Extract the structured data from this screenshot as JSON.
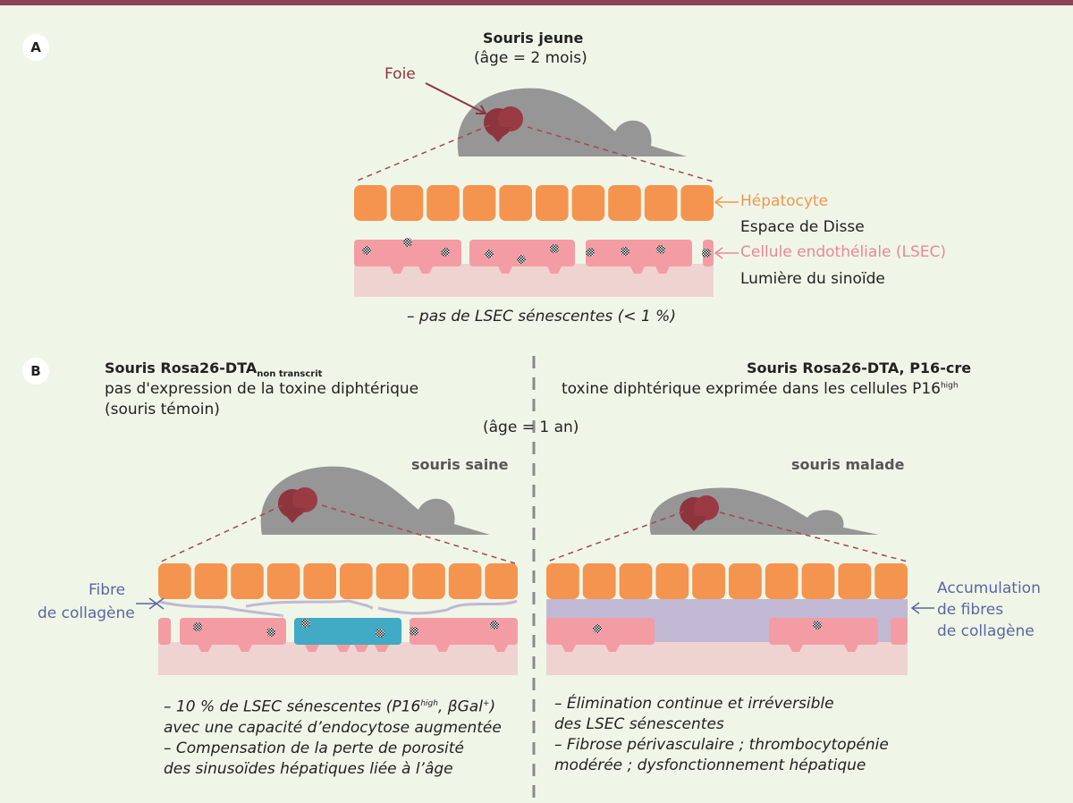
{
  "colors": {
    "top_bar": "#8b4452",
    "background": "#eff6e8",
    "hepatocyte": "#f5944e",
    "lsec": "#f49ca4",
    "senescent_lsec": "#41aac4",
    "sinusoid_lumen": "#efd3d1",
    "collagen": "#c1b9d4",
    "liver": "#8e343c",
    "mouse": "#969696",
    "collagen_label": "#5d65a0",
    "hepatocyte_label": "#f5944e",
    "lsec_label": "#e98797"
  },
  "panel_a": {
    "badge": "A",
    "title": "Souris jeune",
    "age": "(âge = 2 mois)",
    "liver_label": "Foie",
    "legend": {
      "hepatocyte": "Hépatocyte",
      "disse": "Espace de Disse",
      "lsec": "Cellule endothéliale (LSEC)",
      "lumen": "Lumière du sinoïde"
    },
    "note": "– pas de LSEC sénescentes (< 1 %)"
  },
  "panel_b": {
    "badge": "B",
    "age": "(âge = 1 an)",
    "left": {
      "title": "Souris Rosa26-DTA",
      "title_subscript": "non transcrit",
      "line1": "pas d'expression de la toxine diphtérique",
      "line2": "(souris témoin)",
      "mouse_label": "souris saine",
      "collagen_label_1": "Fibre",
      "collagen_label_2": "de collagène",
      "notes": [
        {
          "pre": "– 10 % de LSEC sénescentes (P16",
          "sup1": "high",
          "mid": ", βGal",
          "sup2": "+",
          "post": ")"
        },
        {
          "text": "avec une capacité d’endocytose augmentée"
        },
        {
          "text": "– Compensation de la perte de porosité"
        },
        {
          "text": "des sinusoïdes hépatiques  liée à l’âge"
        }
      ]
    },
    "right": {
      "title": "Souris Rosa26-DTA, P16-cre",
      "line1": "toxine diphtérique exprimée dans les cellules P16",
      "line1_sup": "high",
      "mouse_label": "souris malade",
      "collagen_label_1": "Accumulation",
      "collagen_label_2": "de fibres",
      "collagen_label_3": "de collagène",
      "notes": [
        "– Élimination continue et irréversible",
        "des LSEC sénescentes",
        "– Fibrose périvasculaire ; thrombocytopénie",
        "modérée ; dysfonctionnement hépatique"
      ]
    }
  }
}
